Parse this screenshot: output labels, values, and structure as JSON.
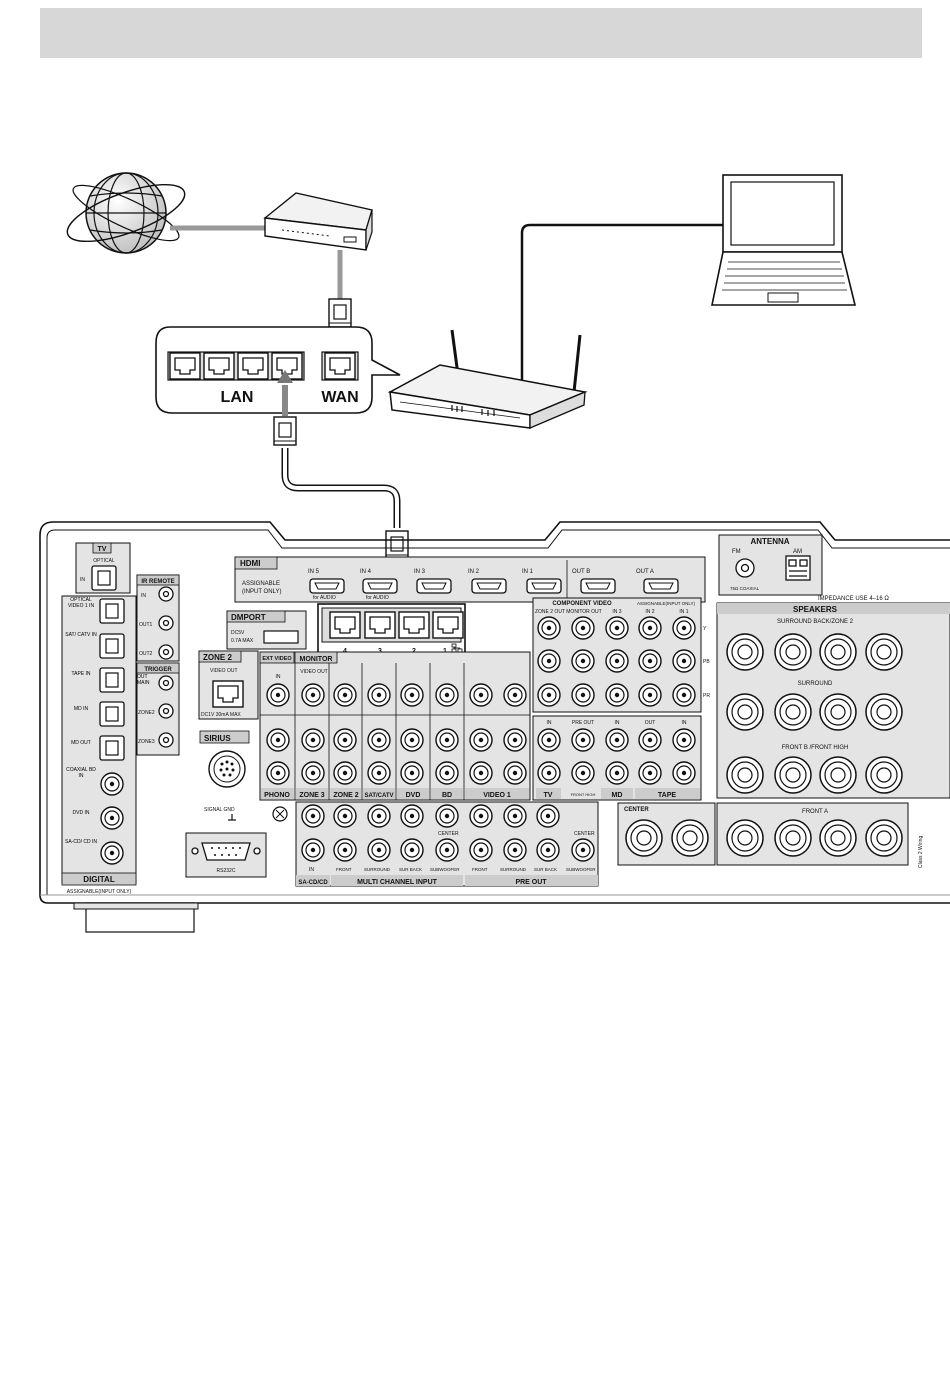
{
  "router_ports": {
    "lan": "LAN",
    "wan": "WAN"
  },
  "receiver": {
    "hdmi": {
      "title": "HDMI",
      "assignable": "ASSIGNABLE",
      "input_only": "(INPUT ONLY)",
      "inputs": [
        "IN 5",
        "IN 4",
        "IN 3",
        "IN 2",
        "IN 1",
        "OUT B",
        "OUT A"
      ],
      "for_audio_1": "for AUDIO",
      "for_audio_2": "for AUDIO"
    },
    "dmport": {
      "title": "DMPORT",
      "spec1": "DC5V",
      "spec2": "0.7A MAX"
    },
    "lan_hub_numbers": [
      "4",
      "3",
      "2",
      "1"
    ],
    "zone2": {
      "title": "ZONE 2",
      "video_out": "VIDEO OUT",
      "spec": "DC1V 30mA MAX"
    },
    "sirius": "SIRIUS",
    "signal_gnd": "SIGNAL GND",
    "rs232c": "RS232C",
    "tv_box": {
      "title": "TV",
      "optical": "OPTICAL",
      "in": "IN"
    },
    "digital": {
      "title": "DIGITAL",
      "subtitle": "ASSIGNABLE(INPUT ONLY)",
      "labels": [
        "OPTICAL VIDEO 1 IN",
        "SAT/ CATV IN",
        "TAPE IN",
        "MD IN",
        "MD OUT",
        "COAXIAL BD IN",
        "DVD IN",
        "SA-CD/ CD IN"
      ]
    },
    "ir_remote": {
      "title": "IR REMOTE",
      "labels": [
        "IN",
        "OUT1",
        "OUT2"
      ]
    },
    "trigger": {
      "title": "TRIGGER",
      "labels": [
        "OUT MAIN",
        "ZONE2",
        "ZONE3"
      ]
    },
    "ext_video": {
      "title": "EXT VIDEO",
      "in": "IN"
    },
    "monitor": {
      "title": "MONITOR",
      "video_out": "VIDEO OUT"
    },
    "column_labels": [
      "PHONO",
      "ZONE 3",
      "ZONE 2",
      "SAT/CATV",
      "DVD",
      "BD",
      "VIDEO 1",
      "TV",
      "MD",
      "TAPE"
    ],
    "multi_channel_input": "MULTI CHANNEL INPUT",
    "pre_out": "PRE OUT",
    "sacd_cd": "SA-CD/CD",
    "bottom_labels": [
      "IN",
      "FRONT",
      "SURROUND",
      "SUR BACK",
      "SUBWOOFER",
      "FRONT",
      "SURROUND",
      "SUR BACK",
      "SUBWOOFER"
    ],
    "center_label": "CENTER",
    "component_video": {
      "title": "COMPONENT VIDEO",
      "assignable": "ASSIGNABLE(INPUT ONLY)",
      "cols": [
        "ZONE 2 OUT",
        "MONITOR OUT",
        "IN 3",
        "IN 2",
        "IN 1"
      ],
      "rows": [
        "Y",
        "PB",
        "PR"
      ]
    },
    "audio_labels": {
      "in": "IN",
      "pre_out": "PRE OUT",
      "front_high": "FRONT HIGH",
      "out": "OUT",
      "in2": "IN"
    },
    "antenna": {
      "title": "ANTENNA",
      "fm": "FM",
      "am": "AM",
      "coaxial": "75Ω COAXIAL"
    },
    "impedance": "IMPEDANCE USE 4–16 Ω",
    "speakers": {
      "title": "SPEAKERS",
      "surround_back": "SURROUND BACK/ZONE 2",
      "surround": "SURROUND",
      "front_b": "FRONT B /FRONT HIGH",
      "center": "CENTER",
      "front_a": "FRONT A",
      "class2": "Class 2 Wiring"
    }
  }
}
